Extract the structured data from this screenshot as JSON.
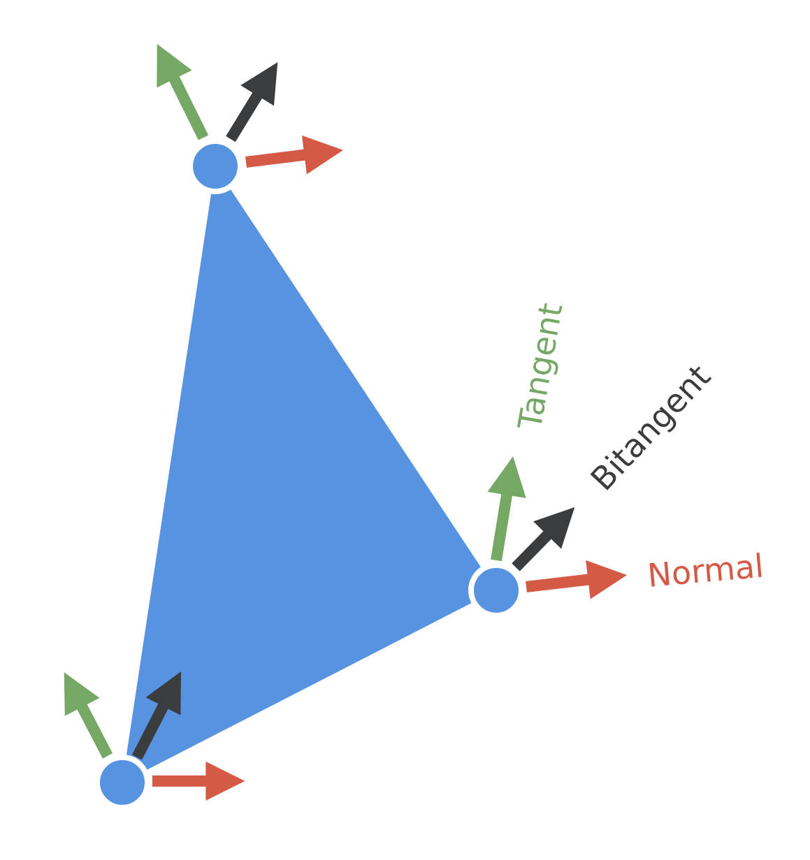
{
  "labels": {
    "tangent": "Tangent",
    "bitangent": "Bitangent",
    "normal": "Normal"
  },
  "colors": {
    "triangle": "#5893e2",
    "vertex": "#5893e2",
    "vertex_outline": "#ffffff",
    "tangent": "#76a865",
    "bitangent": "#3a3c3e",
    "normal": "#d55a46",
    "background": "#ffffff"
  },
  "icons": {
    "tangent": "green-arrow",
    "bitangent": "dark-arrow",
    "normal": "red-arrow",
    "vertex": "circle"
  }
}
